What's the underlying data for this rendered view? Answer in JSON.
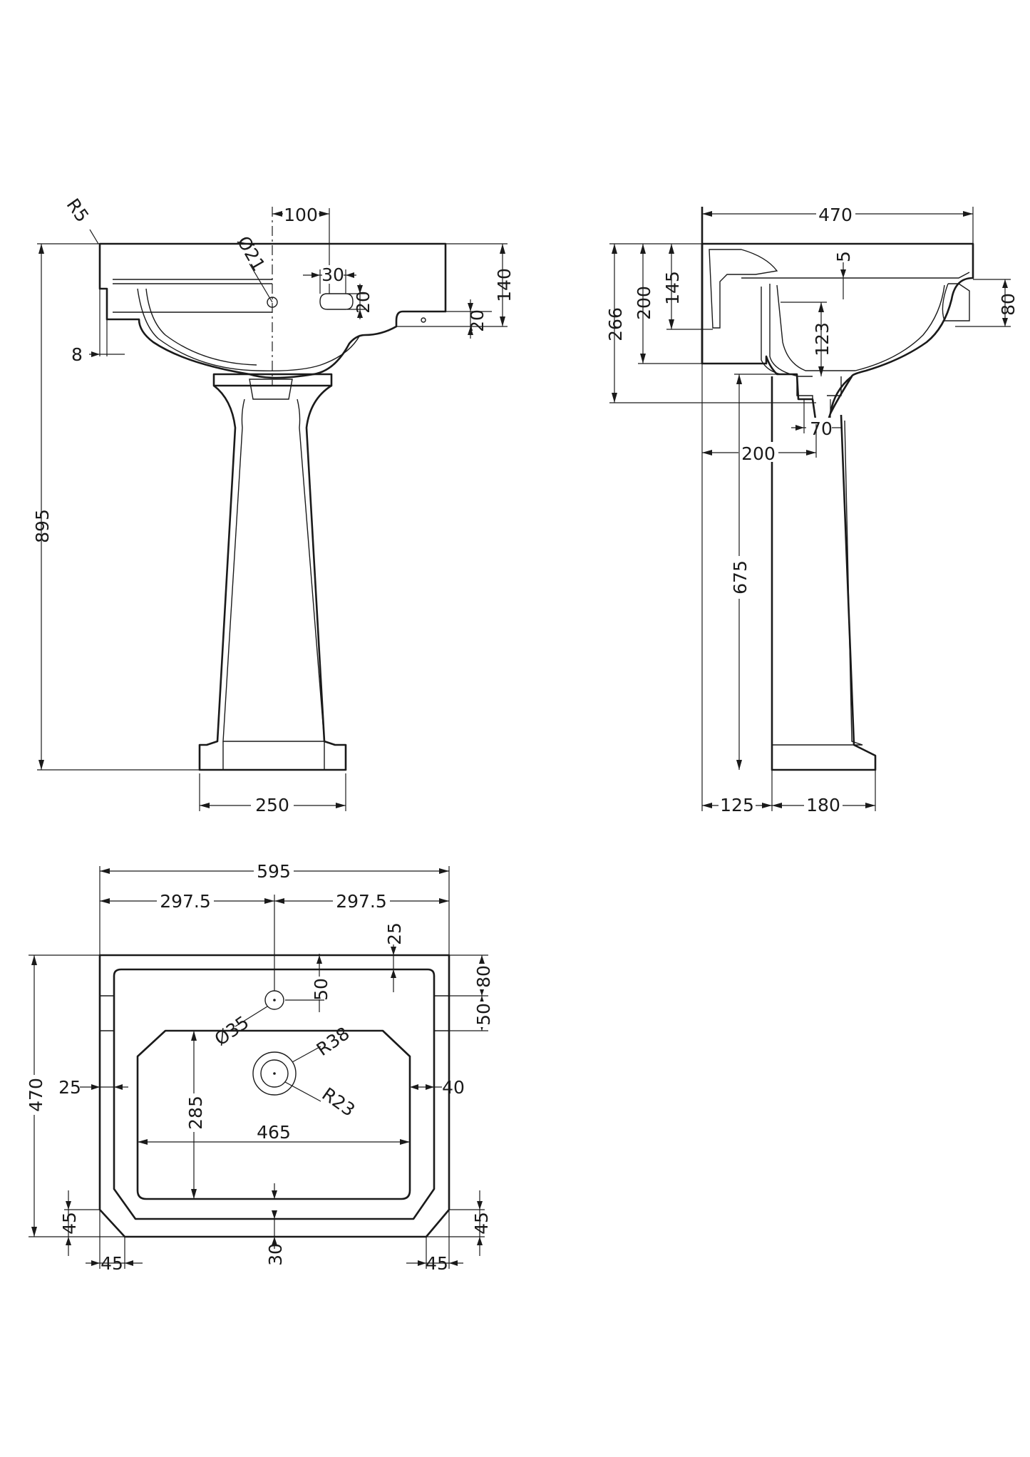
{
  "front_view": {
    "width_250": "250",
    "height_895": "895",
    "radius_r5": "R5",
    "offset_8": "8",
    "tap_offset_100": "100",
    "tap_hole_d21": "Ø21",
    "overflow_30": "30",
    "overflow_20": "20",
    "rim_20": "20",
    "basin_140": "140"
  },
  "side_view": {
    "depth_470": "470",
    "height_266": "266",
    "height_200": "200",
    "height_145": "145",
    "rim_5": "5",
    "edge_80": "80",
    "waste_123": "123",
    "waste_70": "70",
    "offset_200": "200",
    "height_675": "675",
    "base_125": "125",
    "base_180": "180"
  },
  "top_view": {
    "width_595": "595",
    "half_left": "297.5",
    "half_right": "297.5",
    "back_25": "25",
    "tap_50": "50",
    "side_80": "80",
    "side_50": "50",
    "tap_hole_d35": "Ø35",
    "waste_r38": "R38",
    "waste_r23": "R23",
    "left_25": "25",
    "right_40": "40",
    "depth_470": "470",
    "bowl_285": "285",
    "bowl_465": "465",
    "corner_45_left": "45",
    "corner_45_right": "45",
    "corner_45_bottom_left": "45",
    "corner_45_bottom_right": "45",
    "front_30": "30"
  }
}
